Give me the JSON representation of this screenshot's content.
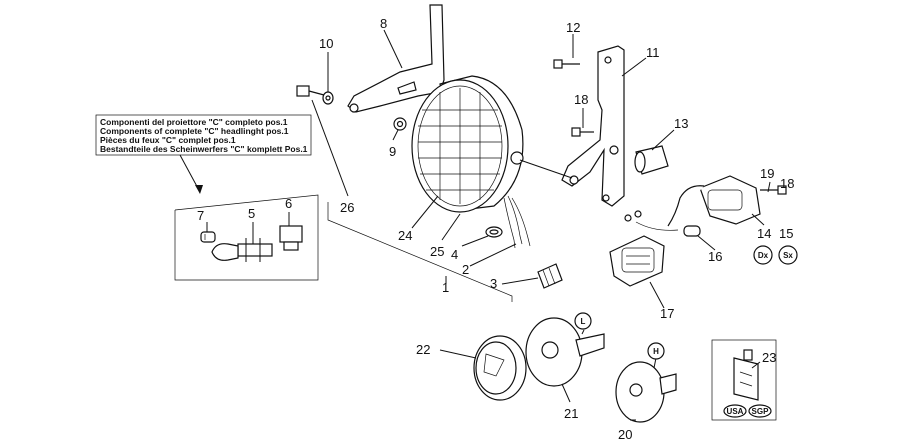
{
  "caption": {
    "line1": "Componenti del proiettore \"C\" completo pos.1",
    "line2": "Components of complete \"C\" headlinght pos.1",
    "line3": "Pièces du feux \"C\" complet pos.1",
    "line4": "Bestandteile des Scheinwerfers \"C\" komplett Pos.1"
  },
  "labels": {
    "n1": "1",
    "n2": "2",
    "n3": "3",
    "n4": "4",
    "n5": "5",
    "n6": "6",
    "n7": "7",
    "n8": "8",
    "n9": "9",
    "n10": "10",
    "n11": "11",
    "n12": "12",
    "n13": "13",
    "n14": "14",
    "n15": "15",
    "n16": "16",
    "n17": "17",
    "n18a": "18",
    "n18b": "18",
    "n19": "19",
    "n20": "20",
    "n21": "21",
    "n22": "22",
    "n23": "23",
    "n24": "24",
    "n25": "25",
    "n26": "26"
  },
  "badges": {
    "dx": "Dx",
    "sx": "Sx",
    "l": "L",
    "h": "H",
    "usa": "USA",
    "sgp": "SGP"
  }
}
